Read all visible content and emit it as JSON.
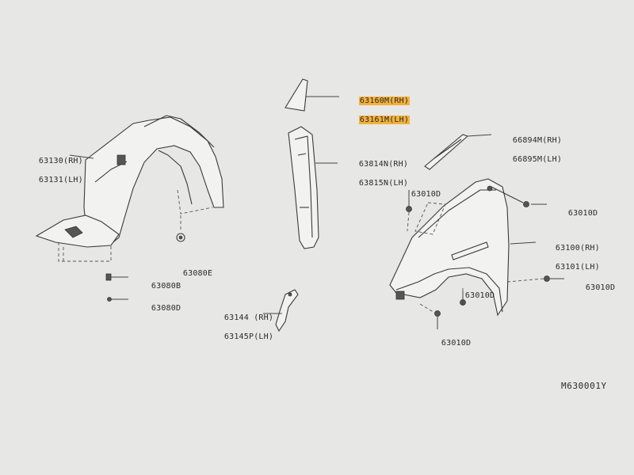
{
  "diagram": {
    "reference_code": "M630001Y",
    "callouts": [
      {
        "id": "c1",
        "lines": [
          "63160M(RH)",
          "63161M(LH)"
        ],
        "highlighted": true,
        "highlight_color": "#f3b13c"
      },
      {
        "id": "c2",
        "lines": [
          "63814N(RH)",
          "63815N(LH)"
        ]
      },
      {
        "id": "c3",
        "lines": [
          "66894M(RH)",
          "66895M(LH)"
        ]
      },
      {
        "id": "c4",
        "lines": [
          "63130(RH)",
          "63131(LH)"
        ]
      },
      {
        "id": "c5",
        "lines": [
          "63080E"
        ]
      },
      {
        "id": "c6",
        "lines": [
          "63080B"
        ]
      },
      {
        "id": "c7",
        "lines": [
          "63080D"
        ]
      },
      {
        "id": "c8",
        "lines": [
          "63144 (RH)",
          "63145P(LH)"
        ]
      },
      {
        "id": "c9",
        "lines": [
          "63010D"
        ]
      },
      {
        "id": "c10",
        "lines": [
          "63010D"
        ]
      },
      {
        "id": "c11",
        "lines": [
          "63100(RH)",
          "63101(LH)"
        ]
      },
      {
        "id": "c12",
        "lines": [
          "63010D"
        ]
      },
      {
        "id": "c13",
        "lines": [
          "63010D"
        ]
      },
      {
        "id": "c14",
        "lines": [
          "63010D"
        ]
      }
    ]
  },
  "colors": {
    "background": "#e7e7e5",
    "line": "#3a3a3a",
    "highlight": "#f3b13c"
  }
}
